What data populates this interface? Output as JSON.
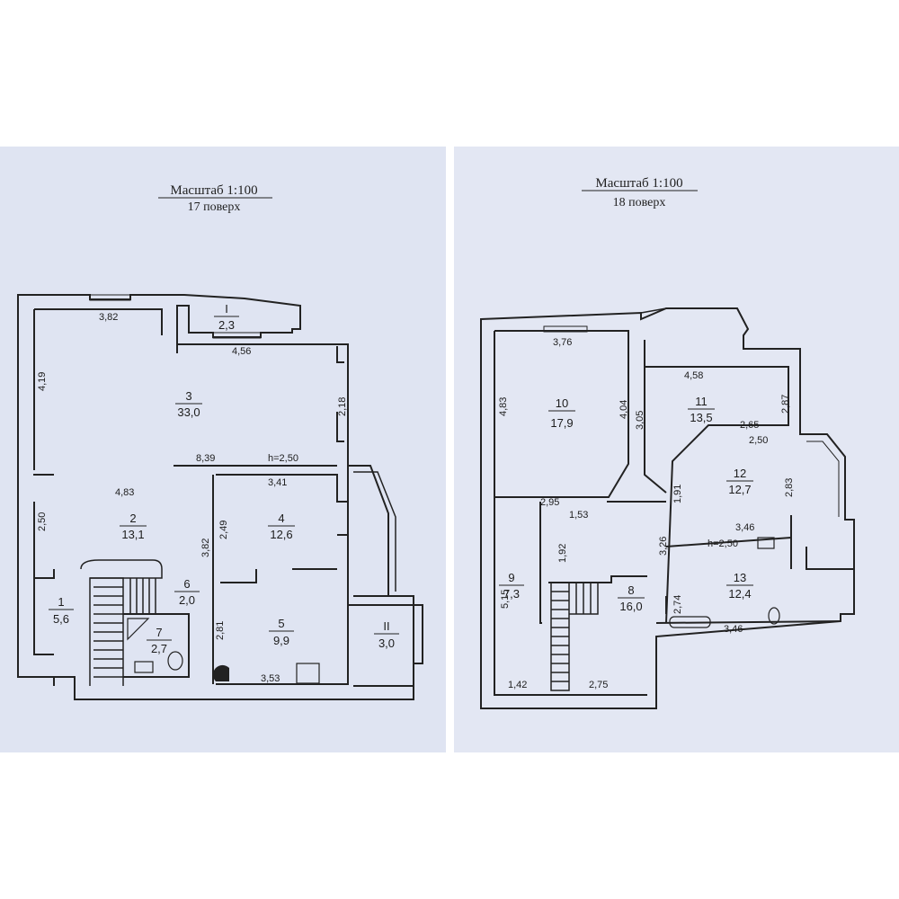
{
  "sheets": [
    {
      "scale": "Масштаб 1:100",
      "floor": "17 поверх",
      "rooms": [
        {
          "num": "I",
          "area": "2,3"
        },
        {
          "num": "3",
          "area": "33,0"
        },
        {
          "num": "2",
          "area": "13,1"
        },
        {
          "num": "4",
          "area": "12,6"
        },
        {
          "num": "6",
          "area": "2,0"
        },
        {
          "num": "1",
          "area": "5,6"
        },
        {
          "num": "7",
          "area": "2,7"
        },
        {
          "num": "5",
          "area": "9,9"
        },
        {
          "num": "II",
          "area": "3,0"
        }
      ],
      "dims": [
        "3,82",
        "4,56",
        "4,19",
        "2,18",
        "8,39",
        "h=2,50",
        "4,83",
        "3,41",
        "2,50",
        "2,49",
        "3,82",
        "2,81",
        "3,53"
      ]
    },
    {
      "scale": "Масштаб 1:100",
      "floor": "18 поверх",
      "rooms": [
        {
          "num": "10",
          "area": "17,9"
        },
        {
          "num": "11",
          "area": "13,5"
        },
        {
          "num": "12",
          "area": "12,7"
        },
        {
          "num": "9",
          "area": "7,3"
        },
        {
          "num": "8",
          "area": "16,0"
        },
        {
          "num": "13",
          "area": "12,4"
        }
      ],
      "dims": [
        "3,76",
        "4,58",
        "4,83",
        "4,04",
        "3,05",
        "2,87",
        "2,65",
        "2,50",
        "2,95",
        "1,91",
        "2,83",
        "1,53",
        "3,46",
        "h=2,50",
        "1,92",
        "3,26",
        "5,15",
        "2,74",
        "3,46",
        "1,42",
        "2,75"
      ]
    }
  ]
}
